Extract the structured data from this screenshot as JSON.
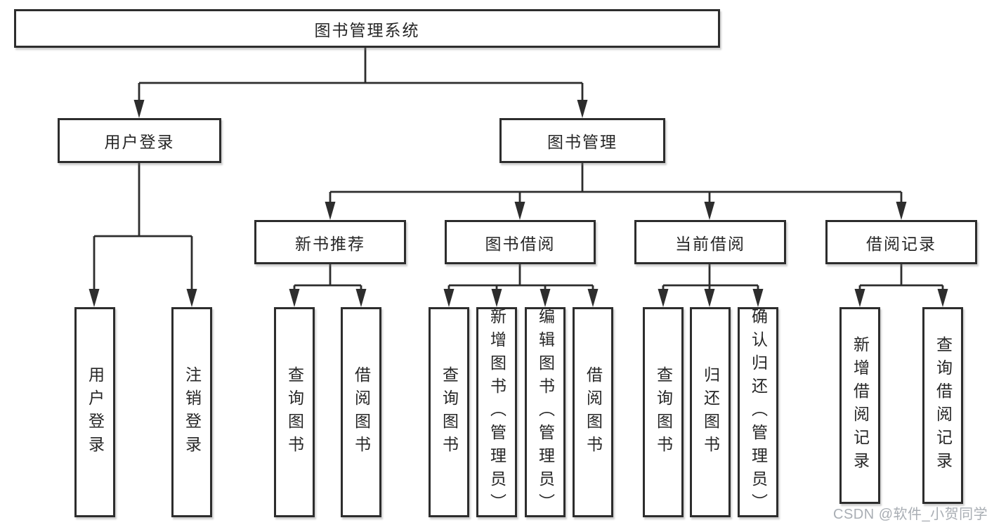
{
  "watermark": "CSDN @软件_小贺同学",
  "colors": {
    "background": "#ffffff",
    "box_fill": "#ffffff",
    "box_border": "#2d2d2d",
    "line": "#2d2d2d",
    "text": "#262626",
    "watermark_text": "#a9aeb4"
  },
  "nodes": {
    "root": "图书管理系统",
    "user_login": "用户登录",
    "book_mgmt": "图书管理",
    "new_book_rec": "新书推荐",
    "book_borrow": "图书借阅",
    "current_borrow": "当前借阅",
    "borrow_record": "借阅记录",
    "leaf_user_login": "用户登录",
    "leaf_logout": "注销登录",
    "leaf_nbr_query": "查询图书",
    "leaf_nbr_borrow": "借阅图书",
    "leaf_bb_query": "查询图书",
    "leaf_bb_add": "新增图书（管理员）",
    "leaf_bb_edit": "编辑图书（管理员）",
    "leaf_bb_borrow": "借阅图书",
    "leaf_cb_query": "查询图书",
    "leaf_cb_return": "归还图书",
    "leaf_cb_confirm": "确认归还（管理员）",
    "leaf_br_add": "新增借阅记录",
    "leaf_br_query": "查询借阅记录"
  },
  "hierarchy": {
    "图书管理系统": {
      "用户登录": [
        "用户登录",
        "注销登录"
      ],
      "图书管理": {
        "新书推荐": [
          "查询图书",
          "借阅图书"
        ],
        "图书借阅": [
          "查询图书",
          "新增图书（管理员）",
          "编辑图书（管理员）",
          "借阅图书"
        ],
        "当前借阅": [
          "查询图书",
          "归还图书",
          "确认归还（管理员）"
        ],
        "借阅记录": [
          "新增借阅记录",
          "查询借阅记录"
        ]
      }
    }
  }
}
